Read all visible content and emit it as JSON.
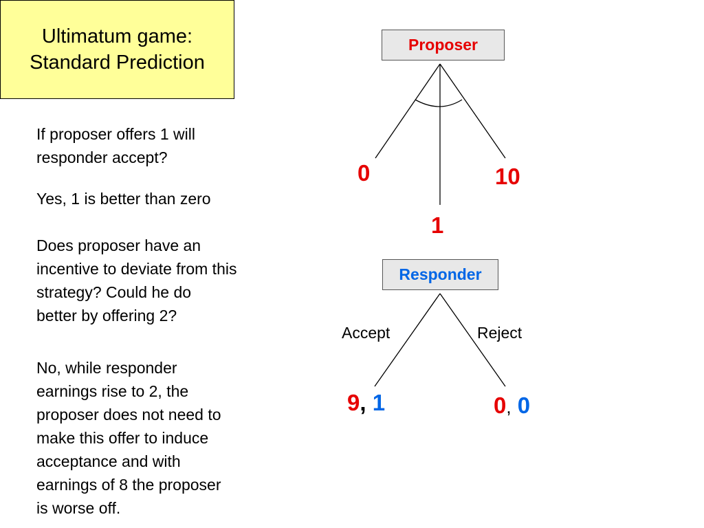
{
  "title": {
    "lines": [
      "Ultimatum game:",
      "Standard Prediction"
    ]
  },
  "text": {
    "question1": [
      "If proposer offers 1 will",
      "responder accept?"
    ],
    "answer1": [
      "Yes, 1 is better than zero"
    ],
    "question2": [
      "Does proposer have an",
      "incentive to deviate from this",
      "strategy?  Could he do",
      "better by offering 2?"
    ],
    "answer2": [
      "No, while responder",
      "earnings rise to 2, the",
      "proposer does not need to",
      "make this offer to induce",
      "acceptance and with",
      "earnings of 8 the proposer",
      "is worse off."
    ]
  },
  "tree": {
    "proposer_label": "Proposer",
    "responder_label": "Responder",
    "offers": [
      "0",
      "1",
      "10"
    ],
    "actions": [
      "Accept",
      "Reject"
    ],
    "payoff_accept": {
      "proposer": "9",
      "sep": ",",
      "responder": "1"
    },
    "payoff_reject": {
      "proposer": "0",
      "sep": ",",
      "responder": "0"
    }
  },
  "colors": {
    "proposer": "#e60000",
    "responder": "#0066e6",
    "title_bg": "#ffff99",
    "node_bg": "#e8e8e8"
  }
}
